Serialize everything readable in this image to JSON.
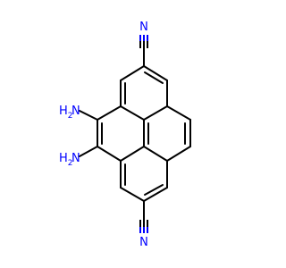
{
  "molecule": {
    "atoms": {
      "N_top": {
        "symbol": "N",
        "color": "#0000ff"
      },
      "N_bottom": {
        "symbol": "N",
        "color": "#0000ff"
      },
      "NH2_upper": {
        "label": "H",
        "sub": "2",
        "symbol": "N",
        "color": "#0000ff"
      },
      "NH2_lower": {
        "label": "H",
        "sub": "2",
        "symbol": "N",
        "color": "#0000ff"
      }
    },
    "bond_color": "#000000",
    "triple_bond_color": "#0000ff",
    "background": "#ffffff"
  }
}
